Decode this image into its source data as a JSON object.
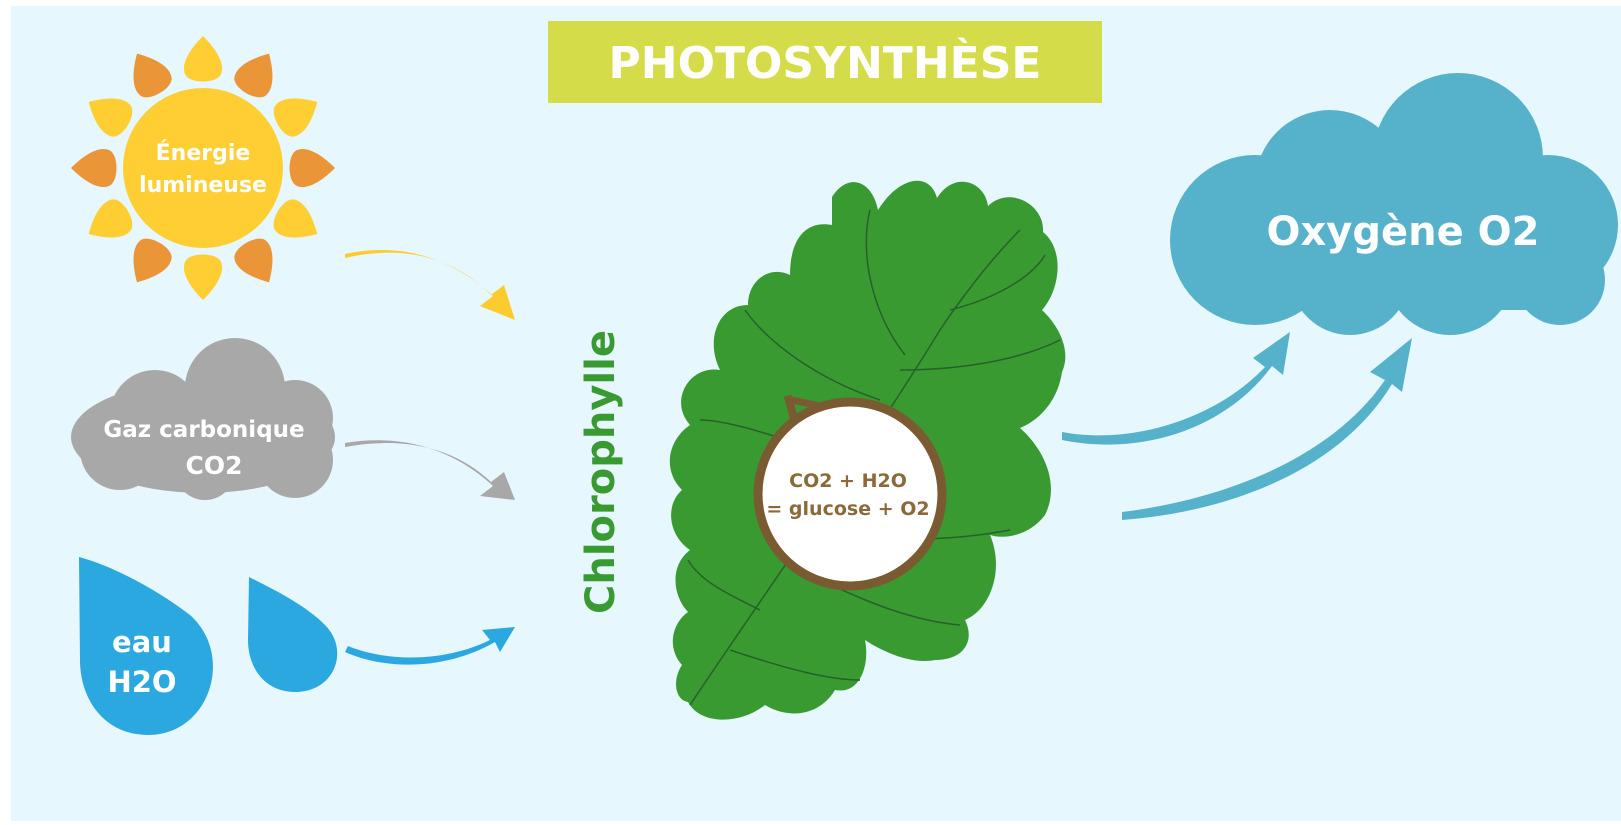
{
  "title": "PHOTOSYNTHÈSE",
  "inputs": {
    "light": {
      "line1": "Énergie",
      "line2": "lumineuse",
      "icon": "sun-icon"
    },
    "co2": {
      "line1": "Gaz carbonique",
      "line2": "CO2",
      "icon": "gray-cloud-icon"
    },
    "water": {
      "line1": "eau",
      "line2": "H2O",
      "icon": "water-drop-icon"
    }
  },
  "chlorophyll_label": "Chlorophylle",
  "equation": {
    "line1": "CO2 + H2O",
    "line2": "= glucose + O2"
  },
  "output": {
    "label": "Oxygène O2",
    "icon": "blue-cloud-icon"
  },
  "colors": {
    "background": "#e6f7fd",
    "title_bar": "#d4dc4a",
    "sun_core": "#fece33",
    "sun_ray_orange": "#ea9537",
    "sun_ray_yellow": "#fece33",
    "gray_cloud": "#a8a8a8",
    "water": "#2aa8df",
    "leaf": "#3a9a32",
    "chlorophyll_text": "#3a9a32",
    "equation_ring": "#7a5a30",
    "equation_text": "#8a6a3a",
    "output_cloud": "#56b1cb",
    "arrow_yellow": "#fecb2f",
    "arrow_gray": "#a8a8a8",
    "arrow_blue": "#2aa8df",
    "arrow_teal": "#56b1cb"
  }
}
